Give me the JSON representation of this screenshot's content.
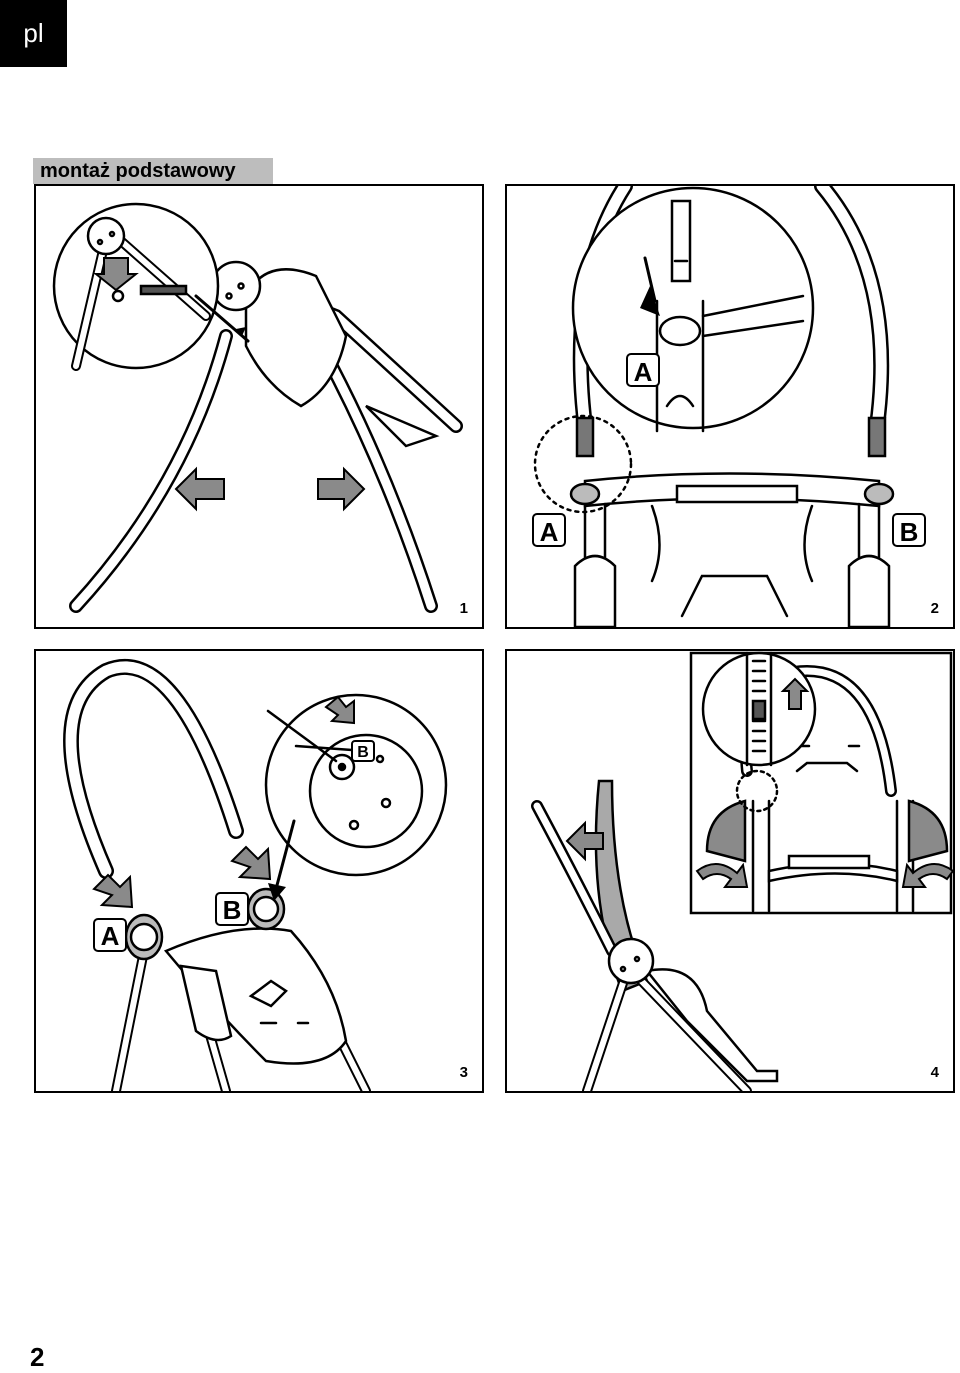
{
  "header": {
    "language": "pl"
  },
  "section": {
    "title": "montaż podstawowy"
  },
  "panels": [
    {
      "step": "1"
    },
    {
      "step": "2",
      "label_a_inset": "A",
      "label_a": "A",
      "label_b": "B"
    },
    {
      "step": "3",
      "label_a": "A",
      "label_b": "B",
      "label_b_inset": "B"
    },
    {
      "step": "4"
    }
  ],
  "footer": {
    "page_number": "2"
  },
  "colors": {
    "arrow_fill": "#8a8a8a",
    "seat_fill": "#a9a9a9",
    "title_bar": "#bdbdbd"
  }
}
